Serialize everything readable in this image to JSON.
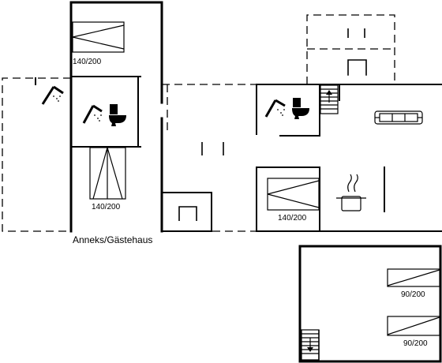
{
  "labels": {
    "annex": "Anneks/Gästehaus",
    "bed_annex_top": "140/200",
    "bed_annex_bottom": "140/200",
    "bed_main": "140/200",
    "bed_upper_1": "90/200",
    "bed_upper_2": "90/200"
  },
  "colors": {
    "line": "#000000",
    "background": "#ffffff"
  }
}
